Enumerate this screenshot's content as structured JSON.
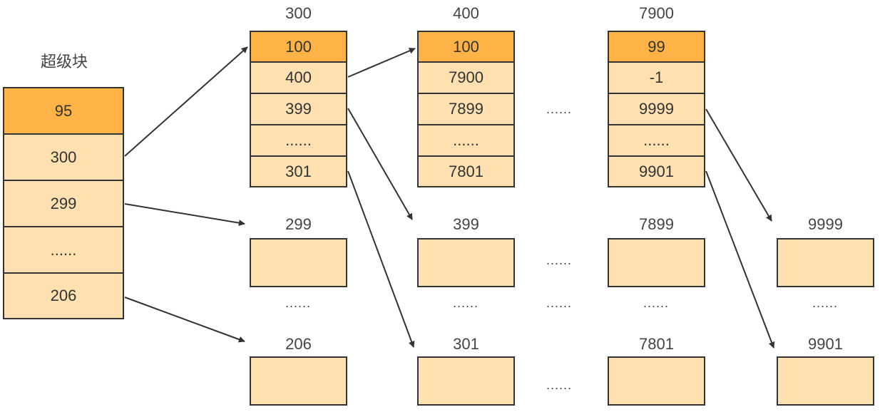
{
  "superblock": {
    "title": "超级块",
    "cells": [
      "95",
      "300",
      "299",
      "......",
      "206"
    ]
  },
  "groups": [
    {
      "name": "300",
      "cells": [
        "100",
        "400",
        "399",
        "......",
        "301"
      ]
    },
    {
      "name": "400",
      "cells": [
        "100",
        "7900",
        "7899",
        "......",
        "7801"
      ]
    },
    {
      "name": "7900",
      "cells": [
        "99",
        "-1",
        "9999",
        "......",
        "9901"
      ]
    }
  ],
  "blocks": {
    "r299": "299",
    "r399": "399",
    "r7899": "7899",
    "r9999": "9999",
    "r206": "206",
    "r301": "301",
    "r7801": "7801",
    "r9901": "9901"
  },
  "ellipsis": "......"
}
